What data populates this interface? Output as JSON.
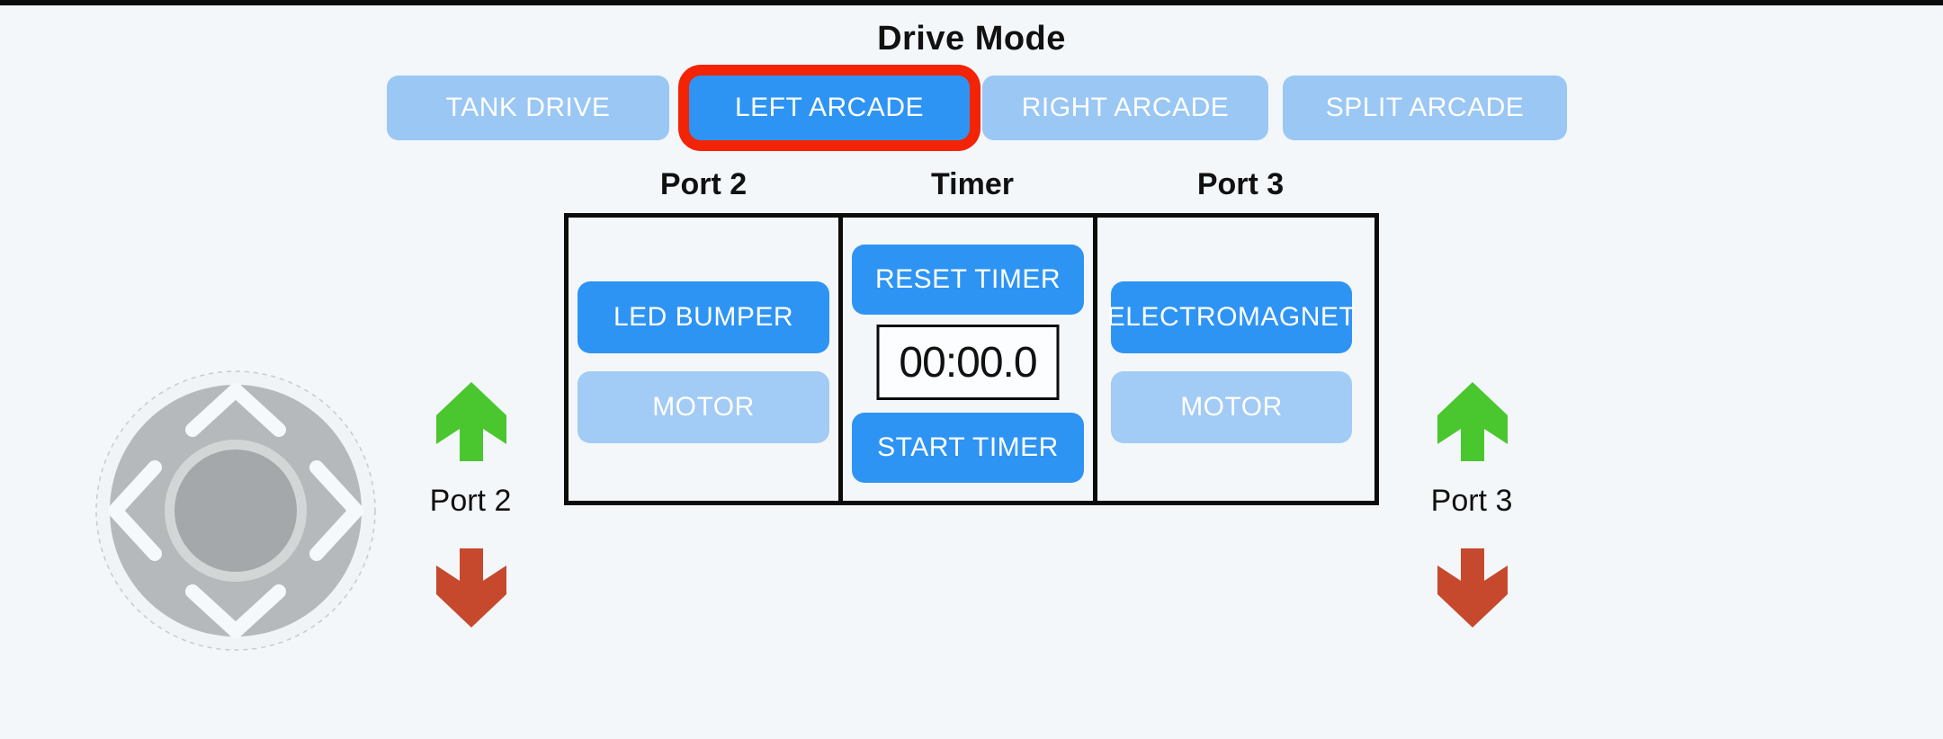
{
  "page": {
    "title": "Drive Mode"
  },
  "drive_modes": [
    {
      "label": "TANK DRIVE",
      "active": false
    },
    {
      "label": "LEFT ARCADE",
      "active": true,
      "selected": true
    },
    {
      "label": "RIGHT ARCADE",
      "active": false
    },
    {
      "label": "SPLIT ARCADE",
      "active": false
    }
  ],
  "panel": {
    "port2": {
      "header": "Port 2",
      "buttons": [
        {
          "label": "LED BUMPER",
          "state": "on"
        },
        {
          "label": "MOTOR",
          "state": "off"
        }
      ]
    },
    "timer": {
      "header": "Timer",
      "reset_label": "RESET TIMER",
      "display": "00:00.0",
      "start_label": "START TIMER"
    },
    "port3": {
      "header": "Port 3",
      "buttons": [
        {
          "label": "ELECTROMAGNET",
          "state": "on"
        },
        {
          "label": "MOTOR",
          "state": "off"
        }
      ]
    }
  },
  "axis_indicators": {
    "left": {
      "label": "Port 2",
      "up_icon": "green-up-arrow",
      "down_icon": "red-down-arrow"
    },
    "right": {
      "label": "Port 3",
      "up_icon": "green-up-arrow",
      "down_icon": "red-down-arrow"
    }
  },
  "icons": [
    "joystick",
    "chevron-up-icon",
    "chevron-down-icon",
    "chevron-left-icon",
    "chevron-right-icon",
    "up-arrow-icon",
    "down-arrow-icon"
  ],
  "colors": {
    "bg": "#F3F7F9",
    "topbar": "#0A0A0A",
    "blue-active": "#2E94F4",
    "blue-inactive": "#9AC7F4",
    "blue-soft": "#A2CBF5",
    "select-red": "#F22405",
    "arrow-green": "#4AC62E",
    "arrow-red": "#C6492E",
    "text-dark": "#111111",
    "text-light": "#FFFFFF",
    "border-black": "#0C0C0C",
    "joy-base": "#F0F4F6",
    "joy-pad": "#B6B9BB",
    "joy-ring": "#D3D6D7",
    "joy-knob": "#A4A8AA",
    "timer-bg": "#FBFDFE"
  }
}
